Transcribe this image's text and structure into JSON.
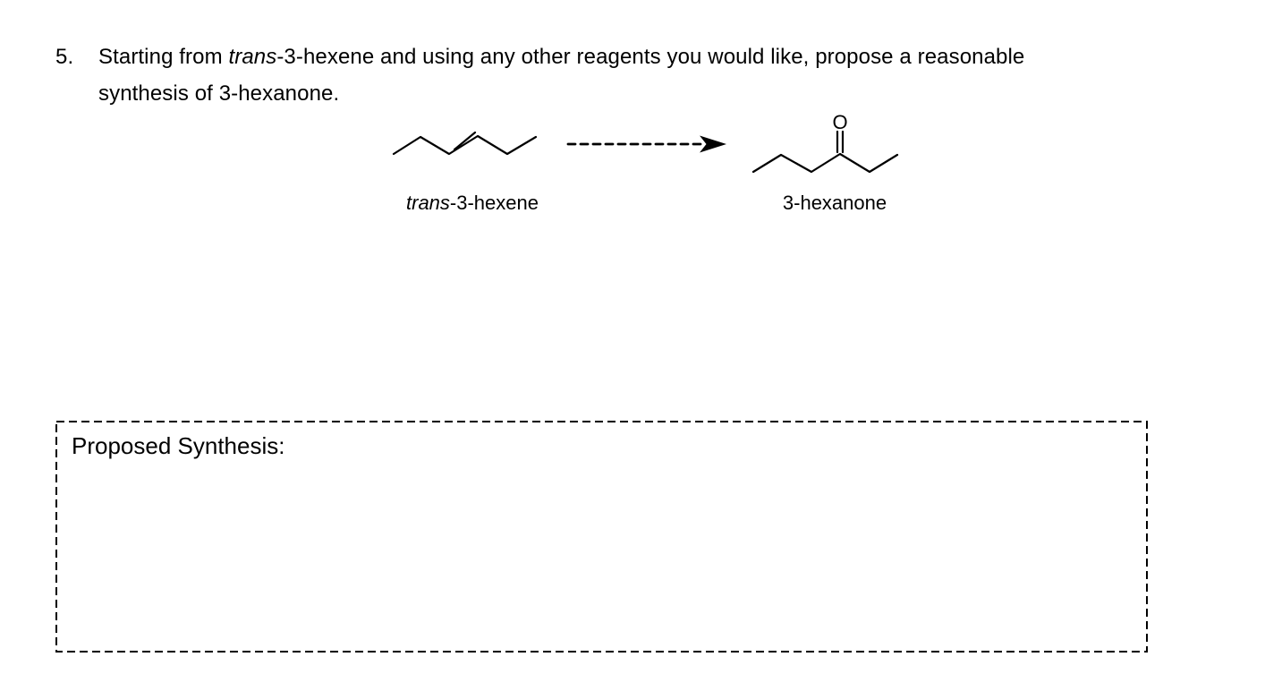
{
  "page": {
    "background": "#ffffff",
    "ink": "#000000"
  },
  "problem": {
    "number": "5.",
    "line1_pre": "Starting from ",
    "line1_italic": "trans",
    "line1_post": "-3-hexene and using any other reagents you would like, propose a reasonable",
    "line2": "synthesis of 3-hexanone."
  },
  "reaction": {
    "reactant_label_italic": "trans",
    "reactant_label_rest": "-3-hexene",
    "product_label": "3-hexanone",
    "carbonyl_atom": "O",
    "arrow_style": "dashed-forward"
  },
  "answer_box": {
    "label": "Proposed Synthesis:"
  }
}
